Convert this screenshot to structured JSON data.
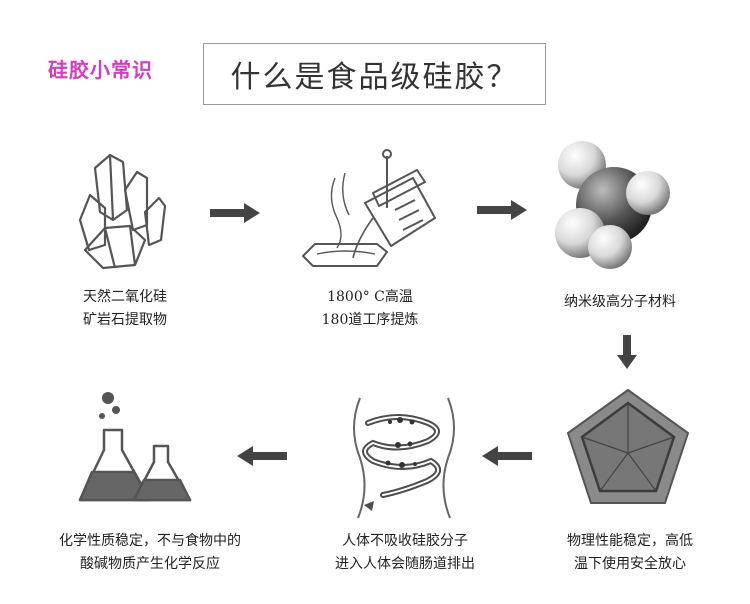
{
  "header": {
    "tag": "硅胶小常识",
    "title": "什么是食品级硅胶？"
  },
  "steps": [
    {
      "icon": "crystal-icon",
      "line1": "天然二氧化硅",
      "line2": "矿岩石提取物"
    },
    {
      "icon": "furnace-icon",
      "line1": "1800° C高温",
      "line2": "180道工序提炼"
    },
    {
      "icon": "molecule-icon",
      "line1": "纳米级高分子材料",
      "line2": ""
    },
    {
      "icon": "pentagon-icon",
      "line1": "物理性能稳定，高低",
      "line2": "温下使用安全放心"
    },
    {
      "icon": "intestine-icon",
      "line1": "人体不吸收硅胶分子",
      "line2": "进入人体会随肠道排出"
    },
    {
      "icon": "flask-icon",
      "line1": "化学性质稳定，不与食物中的",
      "line2": "酸碱物质产生化学反应"
    }
  ],
  "colors": {
    "tag": "#d63cbf",
    "icon": "#555555",
    "arrow": "#444444"
  }
}
